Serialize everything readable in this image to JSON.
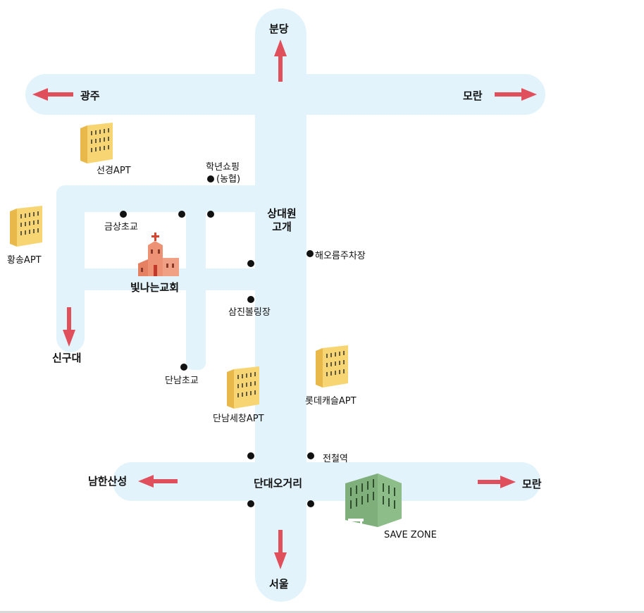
{
  "directions": {
    "bundang": "분당",
    "gwangju": "광주",
    "moran_top": "모란",
    "singudae": "신구대",
    "namhansanseong": "남한산성",
    "moran_bottom": "모란",
    "seoul": "서울"
  },
  "intersections": {
    "sangdaewon_line1": "상대원",
    "sangdaewon_line2": "고개",
    "dandae": "단대오거리"
  },
  "landmarks": {
    "church": "빛나는교회",
    "hakneon_line1": "학년쇼핑",
    "hakneon_line2": "(농협)",
    "geumsang": "금상초교",
    "haeoreum": "해오름주차장",
    "samjin": "삼진볼링장",
    "dannam_school": "단남초교",
    "jeoncheol": "전철역",
    "save_zone": "SAVE ZONE"
  },
  "apartments": {
    "seongyeong": "선경APT",
    "hwangsong": "황송APT",
    "dannam_sechang": "단남세창APT",
    "lotte": "롯데캐슬APT"
  },
  "colors": {
    "road": "#e2f3fb",
    "arrow": "#e0505c",
    "building": "#f6d572",
    "church": "#ee9275",
    "save_zone": "#7fb07c"
  }
}
